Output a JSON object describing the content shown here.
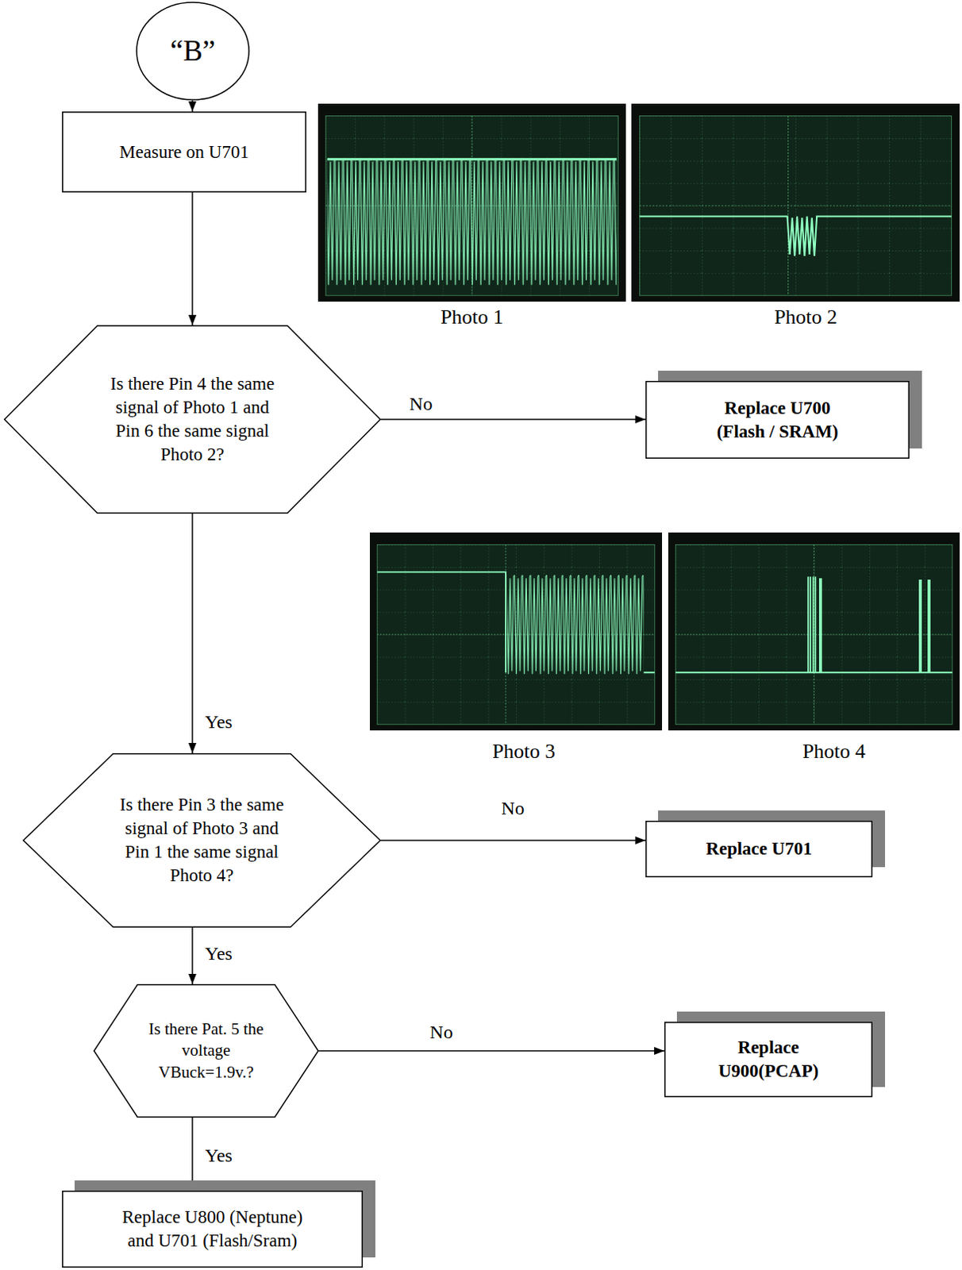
{
  "diagram": {
    "nodes": [
      {
        "text": [
          "“B”"
        ]
      },
      {
        "text": [
          "Measure on U701"
        ]
      },
      {
        "text": [
          "Is there Pin 4 the same signal of Photo 1 and Pin 6 the same signal Photo 2?"
        ]
      },
      {
        "text": [
          "Replace U700 (Flash / SRAM)"
        ]
      },
      {
        "text": [
          "Is there Pin 3 the same signal of Photo 3 and Pin 1 the same signal Photo 4?"
        ]
      },
      {
        "text": [
          "Replace U701"
        ]
      },
      {
        "text": [
          "Is there Pat. 5 the voltage VBuck=1.9v.?"
        ]
      },
      {
        "text": [
          "Replace U900(PCAP)"
        ]
      },
      {
        "text": [
          "Replace U800 (Neptune) and U701 (Flash/Sram)"
        ]
      }
    ],
    "edges": [
      {
        "from": 0,
        "to": 1,
        "arrow": "to"
      },
      {
        "from": 1,
        "to": 2,
        "arrow": "to"
      },
      {
        "from": 2,
        "to": 3,
        "label": "No",
        "arrow": "to"
      },
      {
        "from": 2,
        "to": 4,
        "label": "Yes",
        "arrow": "to"
      },
      {
        "from": 4,
        "to": 5,
        "label": "No",
        "arrow": "to"
      },
      {
        "from": 4,
        "to": 6,
        "label": "Yes",
        "arrow": "to"
      },
      {
        "from": 6,
        "to": 7,
        "label": "No",
        "arrow": "to"
      },
      {
        "from": 6,
        "to": 8,
        "label": "Yes",
        "arrow": "none"
      }
    ],
    "labels": [
      "Photo 1",
      "Photo 2",
      "Photo 3",
      "Photo 4"
    ]
  }
}
